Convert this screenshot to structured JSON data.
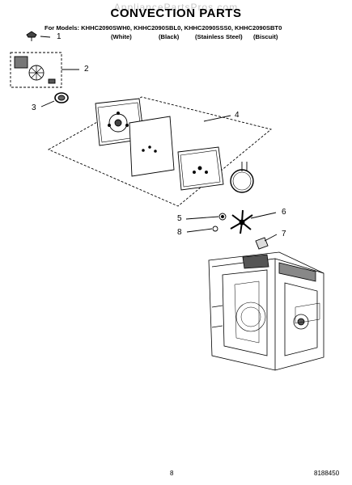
{
  "watermark": "AppliancePartsPros.com",
  "title": "CONVECTION PARTS",
  "models_line": "For Models: KHHC2090SWH0, KHHC2090SBL0, KHHC2090SSS0, KHHC2090SBT0",
  "variants": [
    "(White)",
    "(Black)",
    "(Stainless Steel)",
    "(Biscuit)"
  ],
  "callouts": [
    "1",
    "2",
    "3",
    "4",
    "5",
    "6",
    "7",
    "8"
  ],
  "footer": {
    "page_number": "8",
    "doc_number": "8188450"
  }
}
